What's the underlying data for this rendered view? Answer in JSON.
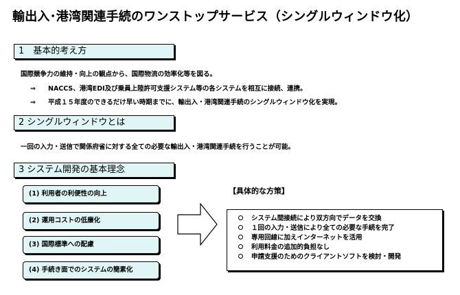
{
  "title": "輸出入･港湾関連手続のワンストップサービス（シングルウィンドウ化）",
  "sections": [
    {
      "heading": "1　基本的考え方",
      "lines": [
        "国際競争力の維持・向上の観点から、国際物流の効率化等を図る。",
        "NACCS、港湾EDI及び乗員上陸許可支援システム等の各システムを相互に接続、連携。",
        "平成１５年度のできるだけ早い時期までに、輸出入・港湾関連手続のシングルウィンドウ化を実現。"
      ],
      "arrow": "⇒"
    },
    {
      "heading": "2  シングルウィンドウとは",
      "lines": [
        "一回の入力・送信で関係府省に対する全ての必要な輸出入・港湾関連手続を行うことが可能。"
      ]
    },
    {
      "heading": "3  システム開発の基本理念",
      "principles": [
        "(1) 利用者の利便性の向上",
        "(2) 運用コストの低廉化",
        "(3) 国際標準への配慮",
        "(4) 手続き面でのシステムの簡素化"
      ]
    }
  ],
  "measures": {
    "label": "【具体的な方策】",
    "items": [
      "システム間接続により双方向でデータを交換",
      "１回の入力・送信により全ての必要な手続を完了",
      "専用回線に加えインターネットを活用",
      "利用料金の追加的負担なし",
      "申請支援のためのクライアントソフトを検討・開発"
    ]
  },
  "colors": {
    "box_fill": "#e0f6f6",
    "border": "#000000",
    "background": "#ffffff"
  },
  "icons": {
    "bullet": "circle-icon",
    "flow": "right-arrow-icon"
  }
}
